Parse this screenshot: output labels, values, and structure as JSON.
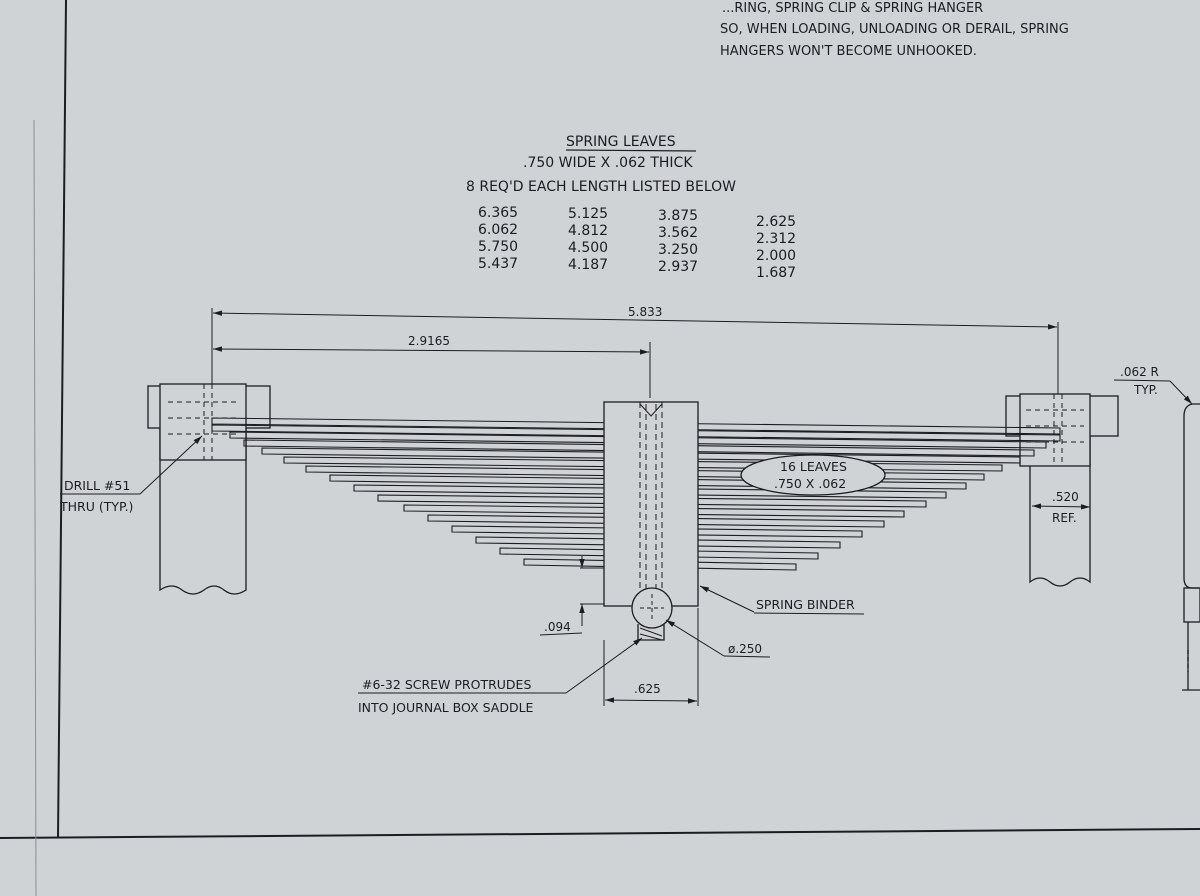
{
  "top_note": {
    "line1": "...RING, SPRING CLIP & SPRING HANGER",
    "line2": "SO, WHEN LOADING, UNLOADING OR DERAIL, SPRING",
    "line3": "HANGERS WON'T BECOME UNHOOKED."
  },
  "spring_table": {
    "title": "SPRING LEAVES",
    "line1": ".750 WIDE X .062 THICK",
    "line2": "8 REQ'D EACH LENGTH LISTED BELOW",
    "columns": [
      [
        "6.365",
        "6.062",
        "5.750",
        "5.437"
      ],
      [
        "5.125",
        "4.812",
        "4.500",
        "4.187"
      ],
      [
        "3.875",
        "3.562",
        "3.250",
        "2.937"
      ],
      [
        "2.625",
        "2.312",
        "2.000",
        "1.687"
      ]
    ]
  },
  "dimensions": {
    "overall": "5.833",
    "half": "2.9165",
    "radius": ".062 R",
    "radius_typ": "TYP.",
    "hanger_width": ".520",
    "hanger_width_ref": "REF.",
    "gap": ".094",
    "diameter": "ø.250",
    "binder_width": ".625"
  },
  "callouts": {
    "drill_line1": "DRILL #51",
    "drill_line2": "THRU (TYP.)",
    "leaves_line1": "16 LEAVES",
    "leaves_line2": ".750 X .062",
    "binder": "SPRING BINDER",
    "screw_line1": "#6-32 SCREW PROTRUDES",
    "screw_line2": "INTO JOURNAL BOX SADDLE"
  },
  "colors": {
    "paper": "#cfd3d6",
    "ink": "#1c1d22"
  }
}
